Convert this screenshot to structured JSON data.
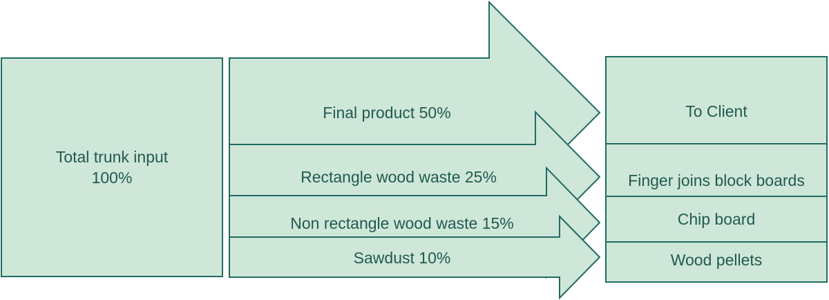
{
  "colors": {
    "fill": "#cfe7d8",
    "stroke": "#1f6b64",
    "text": "#1f5a52"
  },
  "input": {
    "line1": "Total trunk input",
    "line2": "100%"
  },
  "flows": [
    {
      "label": "Final product 50%",
      "percent": 50
    },
    {
      "label": "Rectangle wood waste 25%",
      "percent": 25
    },
    {
      "label": "Non rectangle wood waste 15%",
      "percent": 15
    },
    {
      "label": "Sawdust 10%",
      "percent": 10
    }
  ],
  "destinations": [
    {
      "label": "To Client"
    },
    {
      "label": "Finger joins block boards"
    },
    {
      "label": "Chip board"
    },
    {
      "label": "Wood pellets"
    }
  ]
}
